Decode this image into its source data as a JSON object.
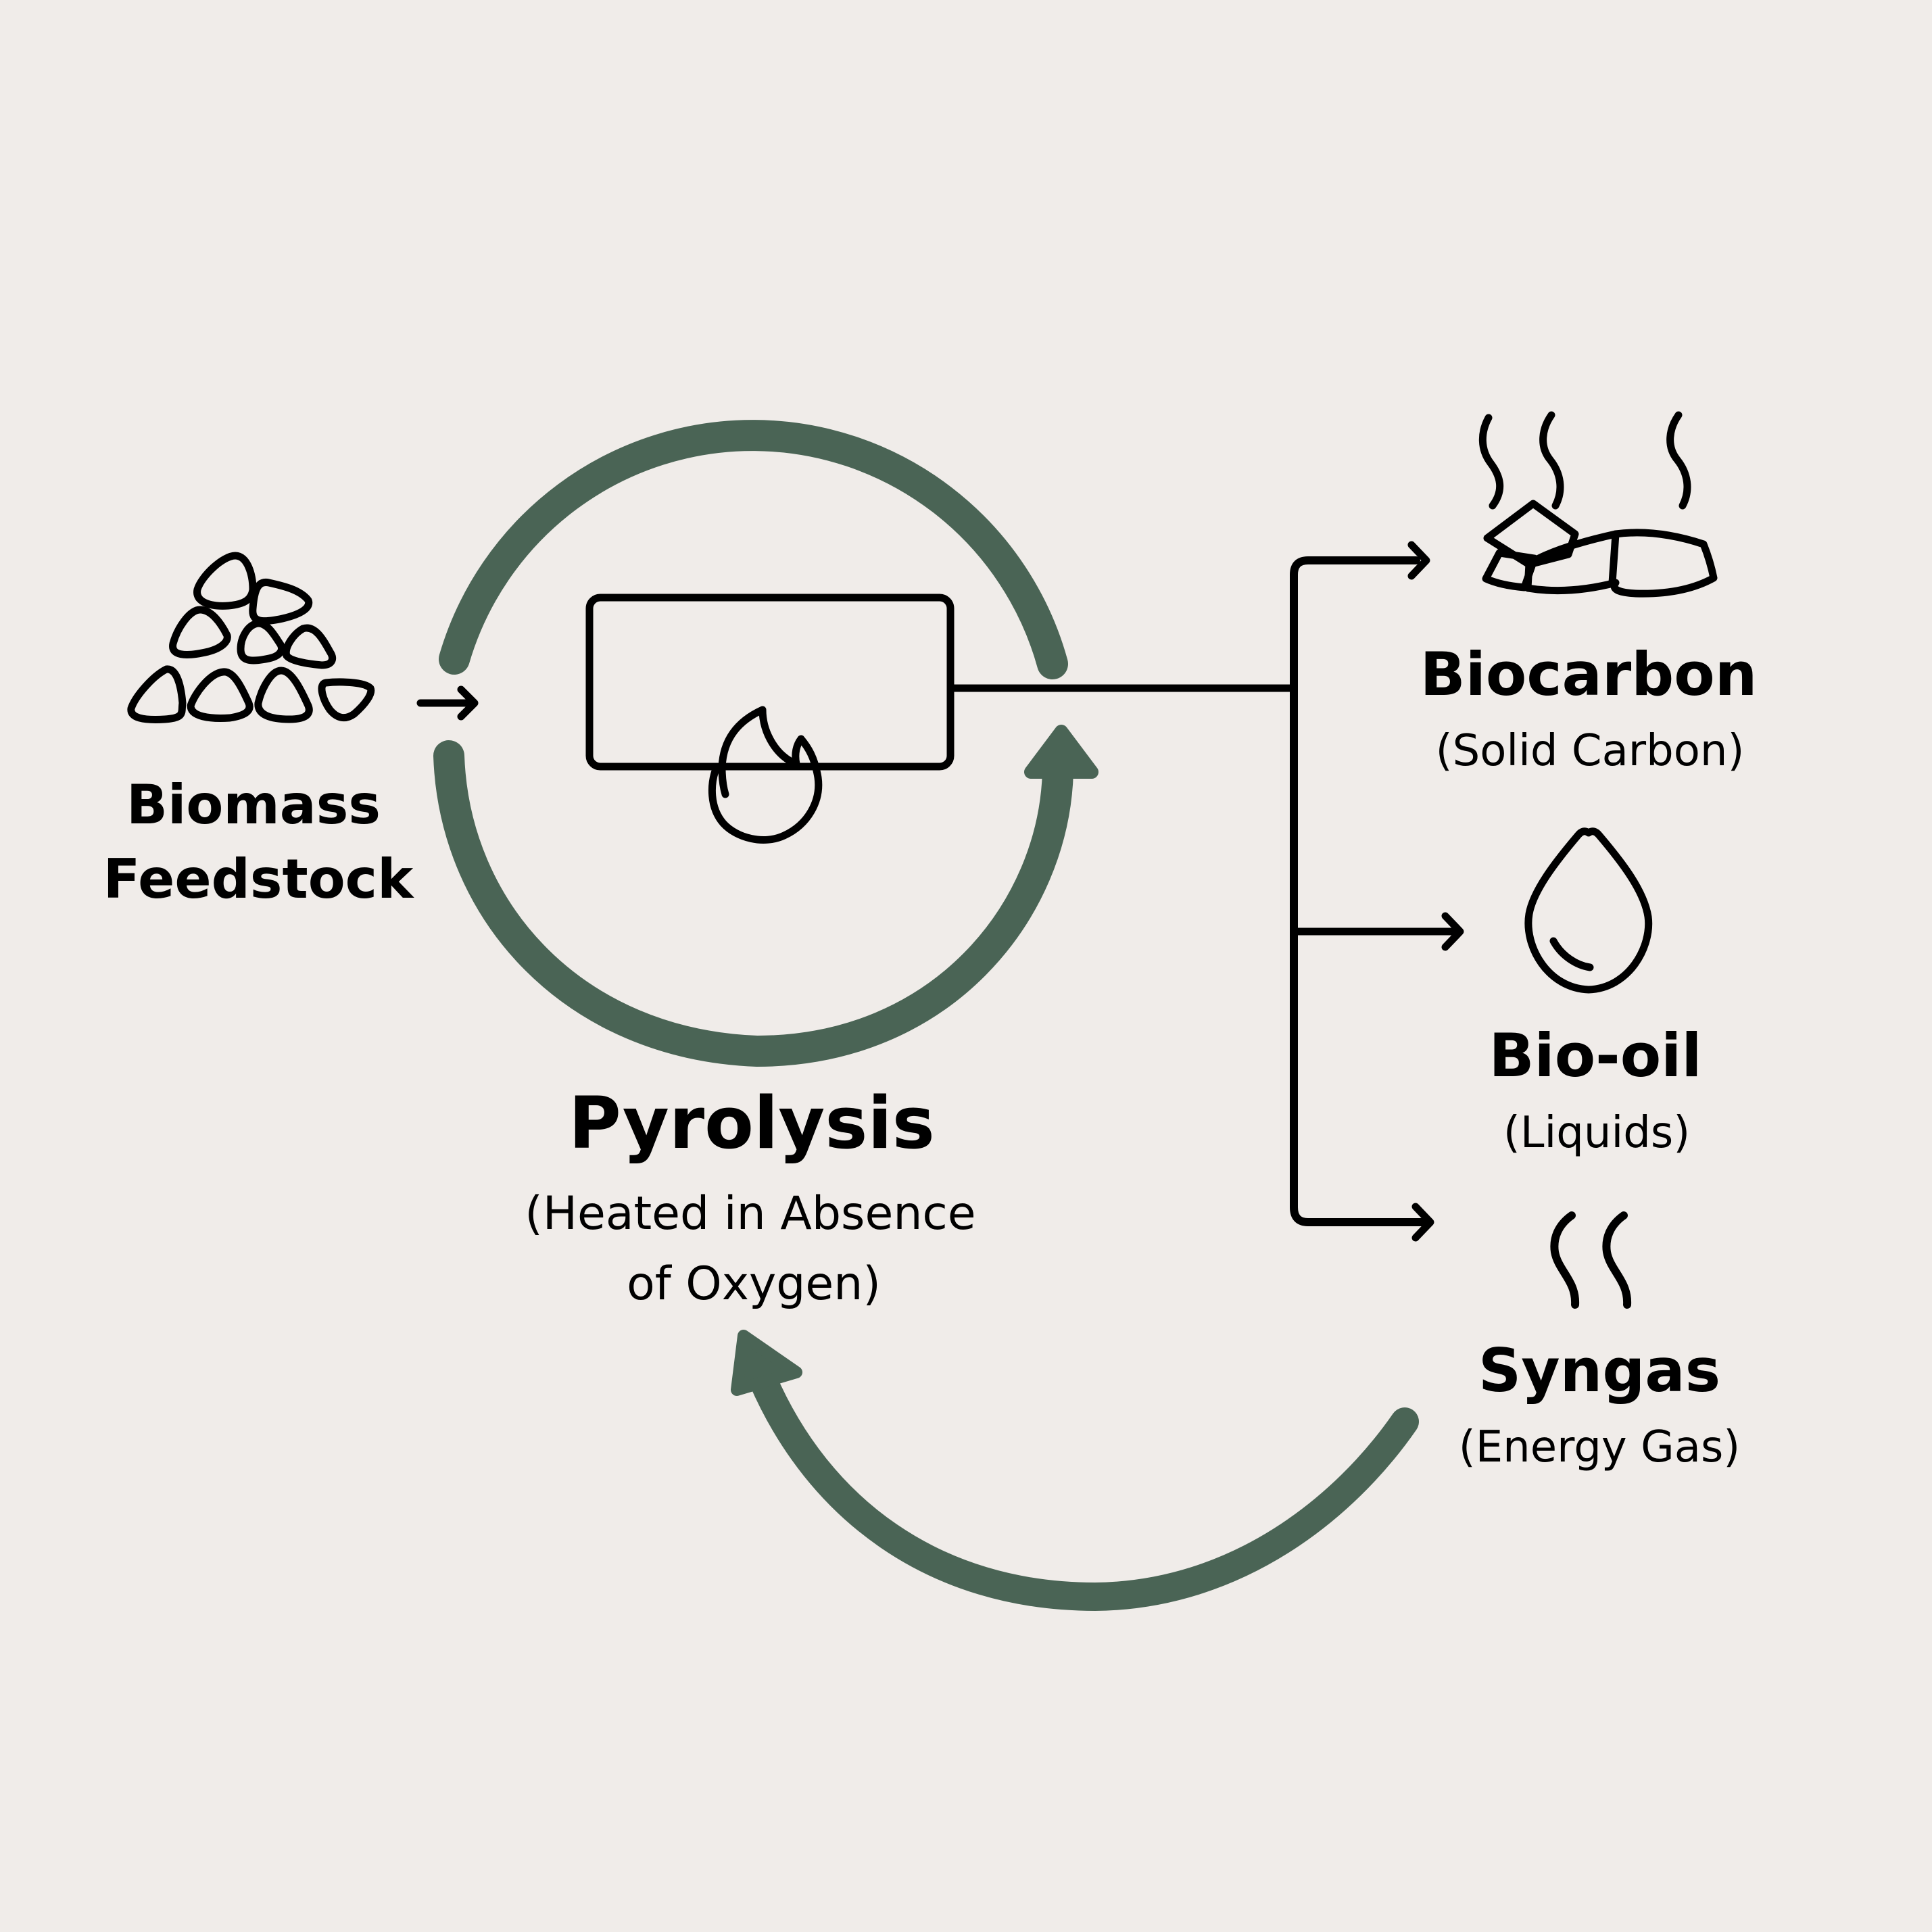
{
  "colors": {
    "background": "#F0ECE9",
    "cycle_green": "#4A6455",
    "ink": "#000000"
  },
  "input": {
    "title_line1": "Biomass",
    "title_line2": "Feedstock",
    "icon": "biomass-pile-icon"
  },
  "process": {
    "title": "Pyrolysis",
    "subtitle_line1": "(Heated in Absence",
    "subtitle_line2": "of Oxygen)",
    "icon": "reactor-flame-icon"
  },
  "outputs": [
    {
      "title": "Biocarbon",
      "subtitle": "(Solid Carbon)",
      "icon": "hot-charcoal-icon"
    },
    {
      "title": "Bio-oil",
      "subtitle": "(Liquids)",
      "icon": "droplet-icon"
    },
    {
      "title": "Syngas",
      "subtitle": "(Energy Gas)",
      "icon": "gas-steam-icon"
    }
  ],
  "flows": [
    {
      "from": "Biomass Feedstock",
      "to": "Pyrolysis"
    },
    {
      "from": "Pyrolysis",
      "to": "Biocarbon"
    },
    {
      "from": "Pyrolysis",
      "to": "Bio-oil"
    },
    {
      "from": "Pyrolysis",
      "to": "Syngas"
    },
    {
      "from": "Syngas",
      "to": "Pyrolysis",
      "type": "recycle-loop"
    }
  ]
}
